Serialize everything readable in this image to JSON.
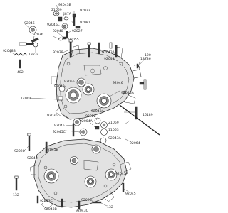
{
  "callouts": {
    "c92043b": "92043B",
    "c21069": "21069",
    "c487a": "487A",
    "c92022": "92022",
    "c92046a": "92046",
    "c92081": "92081",
    "c92027": "92027",
    "c92048": "92048",
    "c92055": "92055",
    "c92046b": "92046",
    "c92036a": "92036",
    "c92048b": "92048B",
    "c13234": "13234",
    "c482": "482",
    "c92038": "92038",
    "c92043": "92043",
    "c92043a": "92043A",
    "c120": "120",
    "c13236": "13236",
    "c92049": "92049",
    "c92055b": "92055",
    "c14001": "14001",
    "c92046c": "92046",
    "c92043a2": "92043A",
    "c92036b": "92036",
    "c92045": "92045",
    "c92045c": "92045C",
    "c92022b": "92022",
    "c92043a3": "92043A",
    "c92004a": "92004A",
    "c21069b": "21069",
    "c11063": "11063",
    "c92043a4": "92043A",
    "c16189": "16189",
    "c92064": "92064",
    "c92028": "92028",
    "c92045b": "92045B",
    "c92048c": "92048",
    "c132a": "132",
    "c92043c": "92043C",
    "c92045a": "92045A",
    "c92045d": "92045",
    "c92026": "92026",
    "c132b": "132",
    "c92043b2": "92043B",
    "c92043c2": "92043C"
  }
}
